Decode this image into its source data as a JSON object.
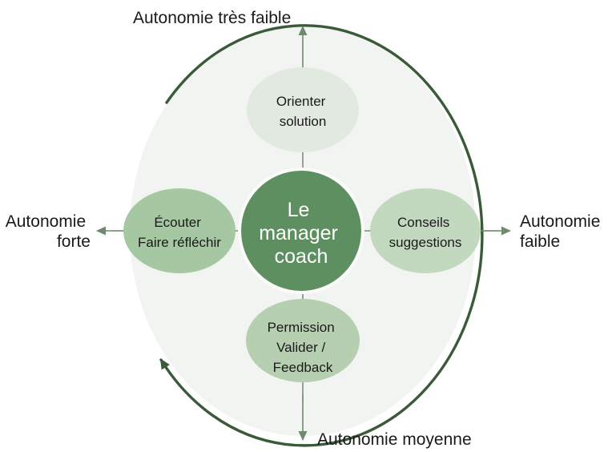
{
  "diagram": {
    "title": "Le manager coach",
    "type": "radial-cycle",
    "colors": {
      "background": "#ffffff",
      "field_ellipse": "#F2F4F1",
      "arc_stroke": "#3A5A3A",
      "connector_stroke": "#4A6B4A",
      "center_fill": "#5E8F60",
      "center_text": "#FFFFFF",
      "node_top_fill": "#E1E9E0",
      "node_right_fill": "#C3D9BF",
      "node_bottom_fill": "#B6CFB0",
      "node_left_fill": "#A5C7A2",
      "label_text": "#1a1a1a"
    },
    "center": {
      "lines": [
        "Le",
        "manager",
        "coach"
      ]
    },
    "nodes": [
      {
        "id": "orienter-solution",
        "position": "top",
        "lines": [
          "Orienter",
          "solution"
        ]
      },
      {
        "id": "conseils-suggestions",
        "position": "right",
        "lines": [
          "Conseils",
          "suggestions"
        ]
      },
      {
        "id": "permission-valider-feedback",
        "position": "bottom",
        "lines": [
          "Permission",
          "Valider /",
          "Feedback"
        ]
      },
      {
        "id": "ecouter-faire-reflechir",
        "position": "left",
        "lines": [
          "Écouter",
          "Faire réfléchir"
        ]
      }
    ],
    "axis_labels": [
      {
        "id": "autonomie-tres-faible",
        "position": "top",
        "lines": [
          "Autonomie très faible"
        ]
      },
      {
        "id": "autonomie-faible",
        "position": "right",
        "lines": [
          "Autonomie",
          "faible"
        ]
      },
      {
        "id": "autonomie-moyenne",
        "position": "bottom",
        "lines": [
          "Autonomie moyenne"
        ]
      },
      {
        "id": "autonomie-forte",
        "position": "left",
        "lines": [
          "Autonomie",
          "forte"
        ]
      }
    ]
  }
}
